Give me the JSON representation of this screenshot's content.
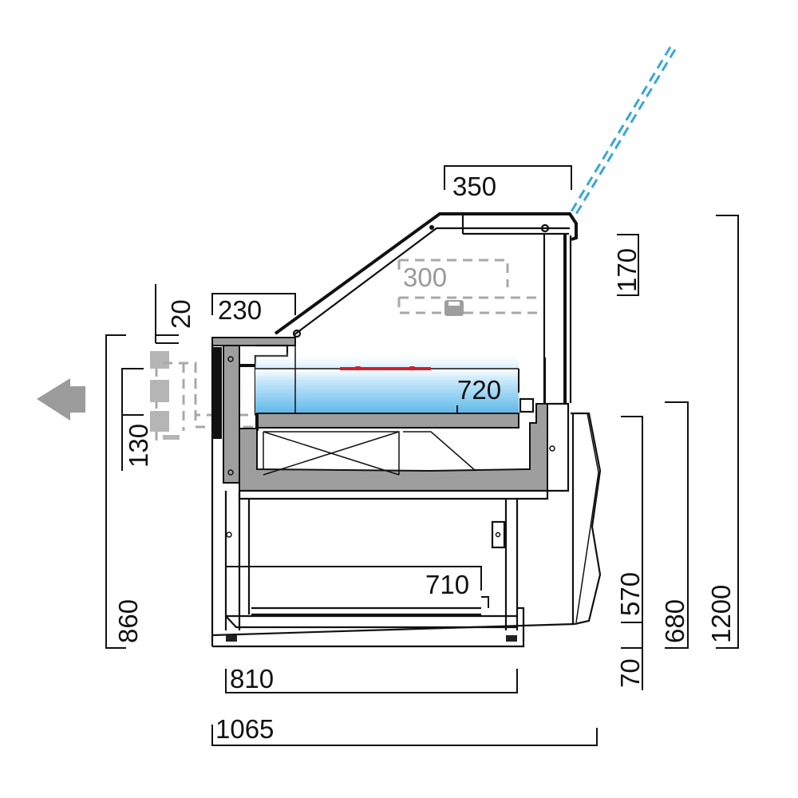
{
  "drawing": {
    "title": "Refrigerated display counter – side elevation",
    "units": "mm",
    "colors": {
      "line": "#111111",
      "body_grey": "#9e9e9e",
      "ghost_grey": "#a8a8a8",
      "ice_top": "#ffffff",
      "ice_bottom": "#5fb8ea",
      "red_shelf": "#d0202a",
      "glass_dashed": "#3aa6d8",
      "arrow_grey": "#9b9b9b"
    },
    "dimensions": {
      "top_canopy_width": "350",
      "inner_shelf_width": "300",
      "rear_worktop_width": "230",
      "rear_step_height": "20",
      "tray_depth": "720",
      "top_height": "170",
      "rear_shelf_height": "130",
      "base_depth": "710",
      "counter_height_left": "860",
      "body_height": "570",
      "plinth_height": "70",
      "worktop_height": "680",
      "total_height": "1200",
      "leg_span": "810",
      "total_depth": "1065"
    },
    "annotations": {
      "direction_arrow": "left-arrow (operator side)"
    }
  }
}
